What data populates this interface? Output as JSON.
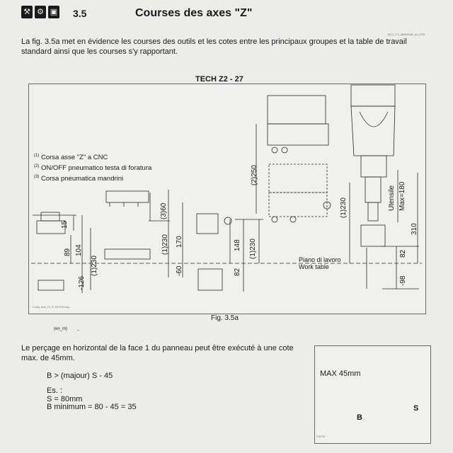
{
  "header": {
    "section_number": "3.5",
    "section_title": "Courses des axes \"Z\"",
    "icons": [
      "tool-icon",
      "wrench-icon",
      "machine-icon"
    ]
  },
  "doc_ref": "00.2_7.0_4000014K_en_FZ0",
  "intro": "La fig. 3.5a met en évidence les courses des outils et les cotes entre les principaux groupes et la table de travail standard ainsi que les courses s'y rapportant.",
  "figure": {
    "title": "TECH Z2 - 27",
    "legend": [
      {
        "mark": "(1)",
        "text": "Corsa asse \"Z\" a CNC"
      },
      {
        "mark": "(2)",
        "text": "ON/OFF pneumatico testa di foratura"
      },
      {
        "mark": "(3)",
        "text": "Corsa pneumatica mandrini"
      }
    ],
    "plan_label_it": "Piano di lavoro",
    "plan_label_en": "Work table",
    "dimensions": {
      "d15": "15",
      "d89": "89",
      "d104": "104",
      "d230a": "(1)230",
      "d126": "-126",
      "d60a": "(3)60",
      "d230b": "(1)230",
      "d170": "170",
      "d60b": "-60",
      "d148": "148",
      "d230c": "(1)230",
      "d82a": "82",
      "d250": "(2)250",
      "d230d": "(1)230",
      "utensile": "Utensile",
      "max180": "Max=180",
      "d310": "310",
      "d82b": "82",
      "d98": "-98"
    },
    "note": "Config. tech_Z2_27 2007/06.dwg",
    "caption": "Fig. 3.5a"
  },
  "footnote_marker": "(en_m)",
  "footnote_dash": "-",
  "paragraph": "Le perçage en horizontal de la face 1 du panneau peut être exécuté à une cote max. de 45mm.",
  "formula": "B > (majour) S - 45",
  "example": {
    "label": "Es. :",
    "line1": "S = 80mm",
    "line2": "B minimum = 80 - 45 = 35"
  },
  "side_figure": {
    "max_label": "MAX 45mm",
    "b_label": "B",
    "s_label": "S",
    "note": "3.SFG5"
  }
}
